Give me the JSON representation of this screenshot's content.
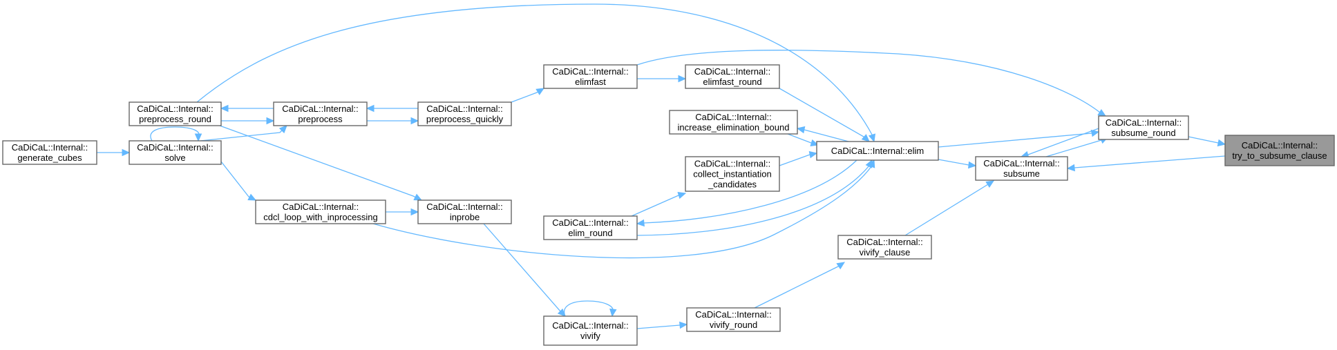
{
  "diagram": {
    "type": "call-graph",
    "colors": {
      "edge": "#63b8ff",
      "node_border": "#666666",
      "node_fill": "#ffffff",
      "focus_fill": "#999999"
    },
    "nodes": [
      {
        "id": "generate_cubes",
        "lines": [
          "CaDiCaL::Internal::",
          "generate_cubes"
        ],
        "focus": false
      },
      {
        "id": "solve",
        "lines": [
          "CaDiCaL::Internal::",
          "solve"
        ],
        "focus": false
      },
      {
        "id": "preprocess_round",
        "lines": [
          "CaDiCaL::Internal::",
          "preprocess_round"
        ],
        "focus": false
      },
      {
        "id": "preprocess",
        "lines": [
          "CaDiCaL::Internal::",
          "preprocess"
        ],
        "focus": false
      },
      {
        "id": "preprocess_quickly",
        "lines": [
          "CaDiCaL::Internal::",
          "preprocess_quickly"
        ],
        "focus": false
      },
      {
        "id": "cdcl_loop_with_inprocessing",
        "lines": [
          "CaDiCaL::Internal::",
          "cdcl_loop_with_inprocessing"
        ],
        "focus": false
      },
      {
        "id": "inprobe",
        "lines": [
          "CaDiCaL::Internal::",
          "inprobe"
        ],
        "focus": false
      },
      {
        "id": "elimfast",
        "lines": [
          "CaDiCaL::Internal::",
          "elimfast"
        ],
        "focus": false
      },
      {
        "id": "elimfast_round",
        "lines": [
          "CaDiCaL::Internal::",
          "elimfast_round"
        ],
        "focus": false
      },
      {
        "id": "increase_elimination_bound",
        "lines": [
          "CaDiCaL::Internal::",
          "increase_elimination_bound"
        ],
        "focus": false
      },
      {
        "id": "collect_instantiation_candidates",
        "lines": [
          "CaDiCaL::Internal::",
          "collect_instantiation",
          "_candidates"
        ],
        "focus": false
      },
      {
        "id": "elim_round",
        "lines": [
          "CaDiCaL::Internal::",
          "elim_round"
        ],
        "focus": false
      },
      {
        "id": "elim",
        "lines": [
          "CaDiCaL::Internal::elim"
        ],
        "focus": false
      },
      {
        "id": "subsume",
        "lines": [
          "CaDiCaL::Internal::",
          "subsume"
        ],
        "focus": false
      },
      {
        "id": "subsume_round",
        "lines": [
          "CaDiCaL::Internal::",
          "subsume_round"
        ],
        "focus": false
      },
      {
        "id": "try_to_subsume_clause",
        "lines": [
          "CaDiCaL::Internal::",
          "try_to_subsume_clause"
        ],
        "focus": true
      },
      {
        "id": "vivify_clause",
        "lines": [
          "CaDiCaL::Internal::",
          "vivify_clause"
        ],
        "focus": false
      },
      {
        "id": "vivify",
        "lines": [
          "CaDiCaL::Internal::",
          "vivify"
        ],
        "focus": false
      },
      {
        "id": "vivify_round",
        "lines": [
          "CaDiCaL::Internal::",
          "vivify_round"
        ],
        "focus": false
      }
    ],
    "edges": [
      {
        "from": "generate_cubes",
        "to": "solve"
      },
      {
        "from": "solve",
        "to": "solve"
      },
      {
        "from": "solve",
        "to": "preprocess"
      },
      {
        "from": "solve",
        "to": "cdcl_loop_with_inprocessing"
      },
      {
        "from": "preprocess",
        "to": "preprocess_round"
      },
      {
        "from": "preprocess_round",
        "to": "preprocess"
      },
      {
        "from": "preprocess_round",
        "to": "elim"
      },
      {
        "from": "preprocess_round",
        "to": "inprobe"
      },
      {
        "from": "preprocess",
        "to": "preprocess_quickly"
      },
      {
        "from": "preprocess_quickly",
        "to": "preprocess"
      },
      {
        "from": "preprocess_quickly",
        "to": "elimfast"
      },
      {
        "from": "cdcl_loop_with_inprocessing",
        "to": "inprobe"
      },
      {
        "from": "cdcl_loop_with_inprocessing",
        "to": "elim"
      },
      {
        "from": "inprobe",
        "to": "vivify"
      },
      {
        "from": "elimfast",
        "to": "elimfast_round"
      },
      {
        "from": "elimfast",
        "to": "subsume_round"
      },
      {
        "from": "elimfast_round",
        "to": "elim"
      },
      {
        "from": "elim",
        "to": "increase_elimination_bound"
      },
      {
        "from": "increase_elimination_bound",
        "to": "elim"
      },
      {
        "from": "collect_instantiation_candidates",
        "to": "elim"
      },
      {
        "from": "elim_round",
        "to": "collect_instantiation_candidates"
      },
      {
        "from": "elim",
        "to": "elim_round"
      },
      {
        "from": "elim_round",
        "to": "elim"
      },
      {
        "from": "elim",
        "to": "subsume_round"
      },
      {
        "from": "elim",
        "to": "subsume"
      },
      {
        "from": "subsume",
        "to": "subsume_round"
      },
      {
        "from": "subsume_round",
        "to": "subsume"
      },
      {
        "from": "subsume_round",
        "to": "try_to_subsume_clause"
      },
      {
        "from": "try_to_subsume_clause",
        "to": "subsume"
      },
      {
        "from": "vivify_clause",
        "to": "subsume"
      },
      {
        "from": "vivify",
        "to": "vivify"
      },
      {
        "from": "vivify",
        "to": "vivify_round"
      },
      {
        "from": "vivify_round",
        "to": "vivify_clause"
      }
    ]
  }
}
